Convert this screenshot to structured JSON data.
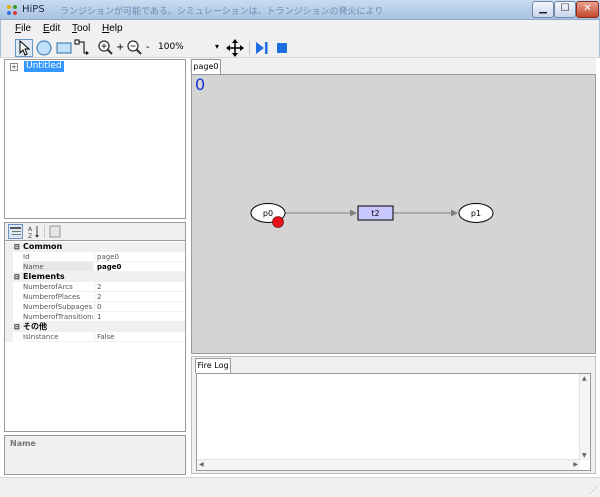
{
  "window": {
    "title": "HiPS",
    "background_title": "ランジションが可能である。シミュレーションは、トランジションの発火により",
    "controls": {
      "minimize": "▁",
      "maximize": "☐",
      "close": "✕"
    }
  },
  "menu": {
    "items": [
      {
        "hotkey": "F",
        "rest": "ile"
      },
      {
        "hotkey": "E",
        "rest": "dit"
      },
      {
        "hotkey": "T",
        "rest": "ool"
      },
      {
        "hotkey": "H",
        "rest": "elp"
      }
    ]
  },
  "toolbar": {
    "zoom_in_label": "+",
    "zoom_out_label": "-",
    "zoom_value": "100%",
    "zoom_caret": "▾",
    "icons": [
      "pointer-icon",
      "place-circle-icon",
      "transition-rect-icon",
      "arc-connector-icon",
      "zoom-in-icon",
      "zoom-out-icon",
      "move-icon",
      "step-run-icon",
      "stop-icon"
    ]
  },
  "tree": {
    "expand_glyph": "+",
    "root_label": "Untitled"
  },
  "properties": {
    "rows": [
      {
        "type": "category",
        "toggle": "⊟",
        "label": "Common"
      },
      {
        "type": "prop",
        "name": "Id",
        "value": "page0"
      },
      {
        "type": "prop",
        "name": "Name",
        "value": "page0",
        "selected": true
      },
      {
        "type": "category",
        "toggle": "⊟",
        "label": "Elements"
      },
      {
        "type": "prop",
        "name": "NumberofArcs",
        "value": "2"
      },
      {
        "type": "prop",
        "name": "NumberofPlaces",
        "value": "2"
      },
      {
        "type": "prop",
        "name": "NumberofSubpages",
        "value": "0"
      },
      {
        "type": "prop",
        "name": "NumberofTransitions",
        "value": "1"
      },
      {
        "type": "category",
        "toggle": "⊟",
        "label": "その他"
      },
      {
        "type": "prop",
        "name": "IsInstance",
        "value": "False"
      }
    ],
    "description_label": "Name"
  },
  "editor": {
    "tab_label": "page0",
    "step_counter": "0",
    "nodes": {
      "place_p0": "p0",
      "transition_t2": "t2",
      "place_p1": "p1"
    },
    "token_color": "#e8141a",
    "transition_fill": "#c8c8ff"
  },
  "log": {
    "tab_label": "Fire Log",
    "up_arrow": "▲",
    "down_arrow": "▼",
    "left_arrow": "◀",
    "right_arrow": "▶"
  }
}
